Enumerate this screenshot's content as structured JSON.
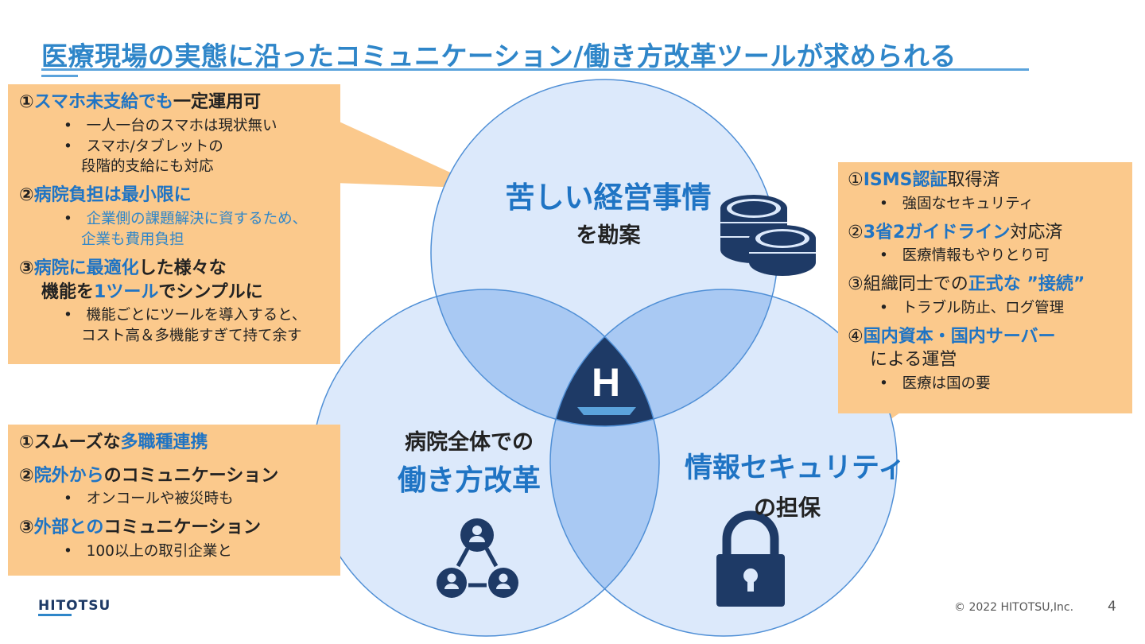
{
  "title": "医療現場の実態に沿ったコミュニケーション/働き方改革ツールが求められる",
  "circles": {
    "top": {
      "line1": "苦しい経営事情",
      "line2": "を勘案",
      "icon": "coins-icon"
    },
    "left": {
      "line1": "病院全体での",
      "line2": "働き方改革",
      "icon": "team-network-icon"
    },
    "right": {
      "line1": "情報セキュリティ",
      "line2": "の担保",
      "icon": "padlock-icon"
    },
    "center_logo": "H"
  },
  "callout_top_left": {
    "items": [
      {
        "num": "①",
        "hl": "スマホ未支給でも",
        "rest": "一定運用可",
        "bullets": [
          "一人一台のスマホは現状無い",
          "スマホ/タブレットの",
          "段階的支給にも対応"
        ]
      },
      {
        "num": "②",
        "hl": "病院負担は最小限に",
        "rest": "",
        "bullets": [
          "企業側の課題解決に資するため、",
          "企業も費用負担"
        ]
      },
      {
        "num": "③",
        "hl": "病院に最適化",
        "rest": "した様々な",
        "cont_a": "機能を",
        "cont_hl": "1ツール",
        "cont_b": "でシンプルに",
        "bullets": [
          "機能ごとにツールを導入すると、",
          "コスト高＆多機能すぎて持て余す"
        ]
      }
    ]
  },
  "callout_bottom_left": {
    "items": [
      {
        "num": "①",
        "pre": "スムーズな",
        "hl": "多職種連携",
        "rest": "",
        "bullets": []
      },
      {
        "num": "②",
        "pre": "",
        "hl": "院外から",
        "rest": "のコミュニケーション",
        "bullets": [
          "オンコールや被災時も"
        ]
      },
      {
        "num": "③",
        "pre": "",
        "hl": "外部との",
        "rest": "コミュニケーション",
        "bullets": [
          "100以上の取引企業と"
        ]
      }
    ]
  },
  "callout_right": {
    "items": [
      {
        "num": "①",
        "hl": "ISMS認証",
        "rest": "取得済",
        "bullets": [
          "強固なセキュリティ"
        ]
      },
      {
        "num": "②",
        "hl": "3省2ガイドライン",
        "rest": "対応済",
        "bullets": [
          "医療情報もやりとり可"
        ]
      },
      {
        "num": "③",
        "pre": "組織同士での",
        "hl": "正式な ”接続”",
        "rest": "",
        "bullets": [
          "トラブル防止、ログ管理"
        ]
      },
      {
        "num": "④",
        "hl": "国内資本・国内サーバー",
        "rest": "",
        "cont": "による運営",
        "bullets": [
          "医療は国の要"
        ]
      }
    ]
  },
  "footer": {
    "logo": "HITOTSU",
    "copyright": "© 2022 HITOTSU,Inc.",
    "page": "4"
  },
  "colors": {
    "accent": "#2f86c9",
    "navy": "#1e3a66",
    "callout_bg": "#fbc98c",
    "circle_fill": "#dce9fb",
    "overlap_fill": "#a9c9f3"
  }
}
